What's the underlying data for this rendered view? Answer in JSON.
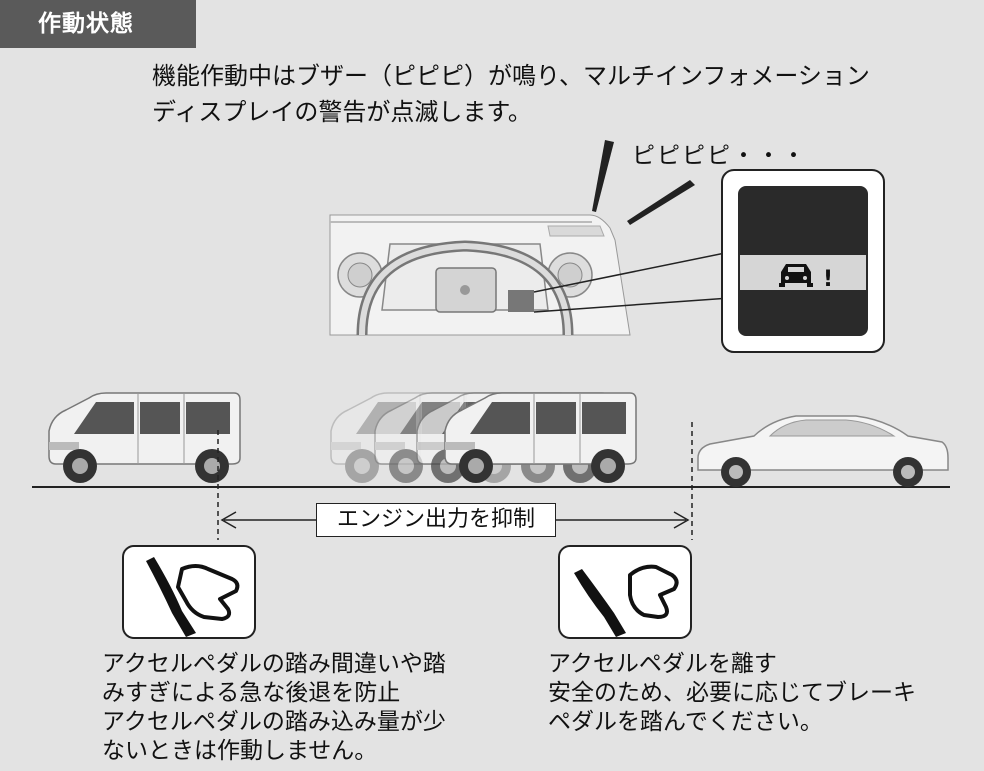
{
  "heading": "作動状態",
  "intro_lines": [
    "機能作動中はブザー（ピピピ）が鳴り、マルチインフォメーション",
    "ディスプレイの警告が点滅します。"
  ],
  "beep_label": "ピピピピ・・・",
  "range_label": "エンジン出力を抑制",
  "left_caption_lines": [
    "アクセルペダルの踏み間違いや踏",
    "みすぎによる急な後退を防止",
    "アクセルペダルの踏み込み量が少",
    "ないときは作動しません。"
  ],
  "right_caption_lines": [
    "アクセルペダルを離す",
    "安全のため、必要に応じてブレーキ",
    "ペダルを踏んでください。"
  ],
  "warning_glyph": "!",
  "icons": {
    "warning": "car-warning-icon",
    "pedal_pressed": "foot-pressing-pedal-icon",
    "pedal_released": "foot-releasing-pedal-icon"
  },
  "colors": {
    "background": "#e3e3e3",
    "heading_bg": "#5a5a5a",
    "display_bg": "#2a2a2a",
    "warning_band": "#d6d6d6"
  }
}
